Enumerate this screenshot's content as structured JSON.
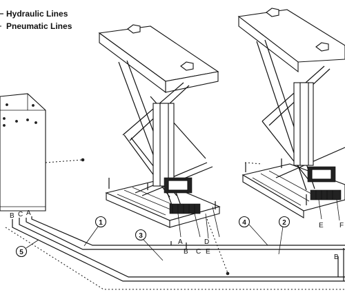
{
  "legend": {
    "hydraulic": "Hydraulic Lines",
    "pneumatic": "Pneumatic Lines"
  },
  "callouts": [
    "1",
    "2",
    "3",
    "4",
    "5"
  ],
  "power_unit_ports": [
    "B",
    "C",
    "A"
  ],
  "lift1_ports": [
    "A",
    "B",
    "C",
    "D",
    "E"
  ],
  "lift2_ports": [
    "E",
    "F",
    "B"
  ]
}
